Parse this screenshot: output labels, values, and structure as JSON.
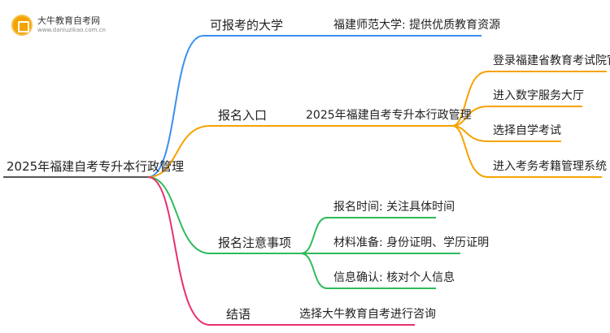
{
  "logo": {
    "title": "大牛教育自考网",
    "url": "www.daniuzikao.com.cn"
  },
  "root": "2025年福建自考专升本行政管理",
  "colors": {
    "blue": "#3b8ff0",
    "orange": "#f5a300",
    "green": "#2ebb5a",
    "pink": "#e8306e"
  },
  "branches": [
    {
      "label": "可报考的大学",
      "children": [
        "福建师范大学: 提供优质教育资源"
      ]
    },
    {
      "label": "报名入口",
      "children": [
        "2025年福建自考专升本行政管理"
      ],
      "steps": [
        "登录福建省教育考试院官网",
        "进入数字服务大厅",
        "选择自学考试",
        "进入考务考籍管理系统"
      ]
    },
    {
      "label": "报名注意事项",
      "children": [
        "报名时间: 关注具体时间",
        "材料准备: 身份证明、学历证明",
        "信息确认: 核对个人信息"
      ]
    },
    {
      "label": "结语",
      "children": [
        "选择大牛教育自考进行咨询"
      ]
    }
  ]
}
